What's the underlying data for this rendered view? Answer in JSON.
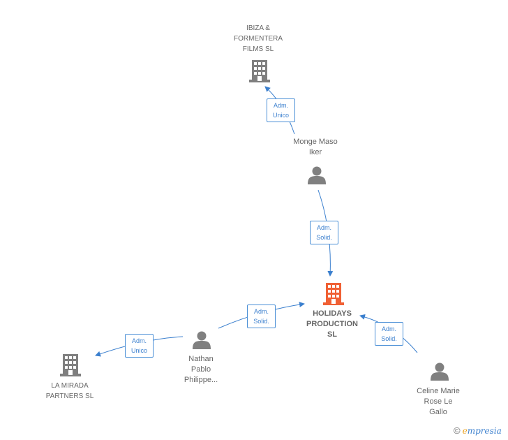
{
  "colors": {
    "edge": "#3a7fce",
    "company": "#7f7f7f",
    "main_company": "#f06034",
    "person": "#808080"
  },
  "nodes": {
    "ibiza": {
      "label": "IBIZA &\nFORMENTERA\nFILMS  SL",
      "icon": "building-icon"
    },
    "monge": {
      "label": "Monge Maso\nIker",
      "icon": "person-icon"
    },
    "holidays": {
      "label": "HOLIDAYS\nPRODUCTION\nSL",
      "icon": "building-icon"
    },
    "nathan": {
      "label": "Nathan\nPablo\nPhilippe...",
      "icon": "person-icon"
    },
    "lamirada": {
      "label": "LA MIRADA\nPARTNERS  SL",
      "icon": "building-icon"
    },
    "celine": {
      "label": "Celine Marie\nRose Le\nGallo",
      "icon": "person-icon"
    }
  },
  "edges": {
    "monge_ibiza": "Adm.\nUnico",
    "monge_holidays": "Adm.\nSolid.",
    "nathan_holidays": "Adm.\nSolid.",
    "nathan_lamirada": "Adm.\nUnico",
    "celine_holidays": "Adm.\nSolid."
  },
  "brand": {
    "copyright": "©",
    "first": "e",
    "rest": "mpresia"
  }
}
